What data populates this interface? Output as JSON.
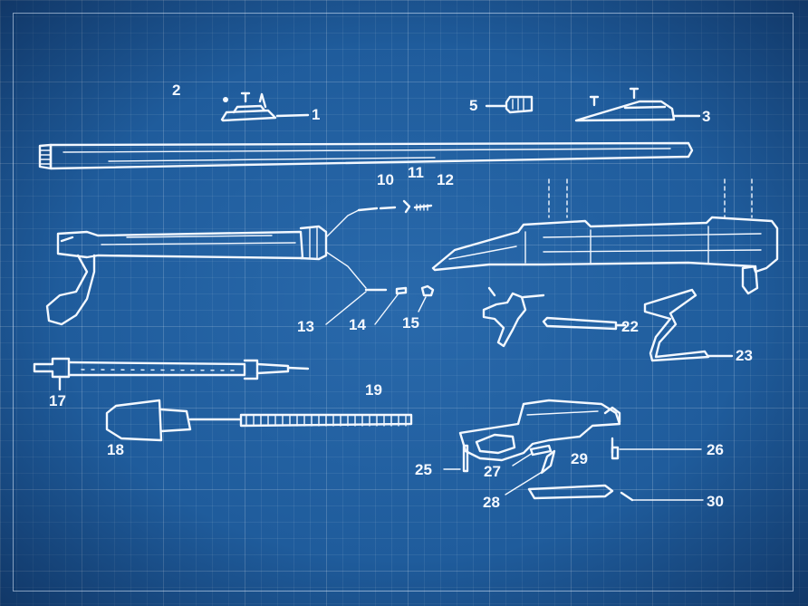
{
  "labels": {
    "l1": "1",
    "l2": "2",
    "l3": "3",
    "l5": "5",
    "l10": "10",
    "l11": "11",
    "l12": "12",
    "l13": "13",
    "l14": "14",
    "l15": "15",
    "l17": "17",
    "l18": "18",
    "l19": "19",
    "l22": "22",
    "l23": "23",
    "l25": "25",
    "l26": "26",
    "l27": "27",
    "l28": "28",
    "l29": "29",
    "l30": "30"
  },
  "colors": {
    "background": "#1f5c9c",
    "line": "#f3f8ff"
  }
}
